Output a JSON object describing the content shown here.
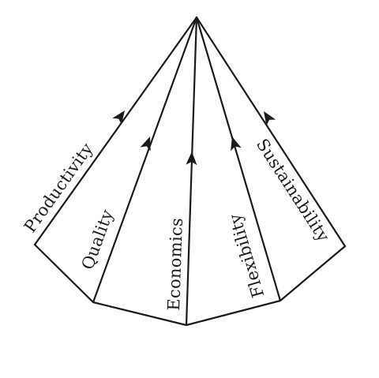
{
  "diagram": {
    "labels": {
      "productivity": "Productivity",
      "quality": "Quality",
      "economics": "Economics",
      "flexibility": "Flexibility",
      "sustainability": "Sustainability"
    }
  }
}
